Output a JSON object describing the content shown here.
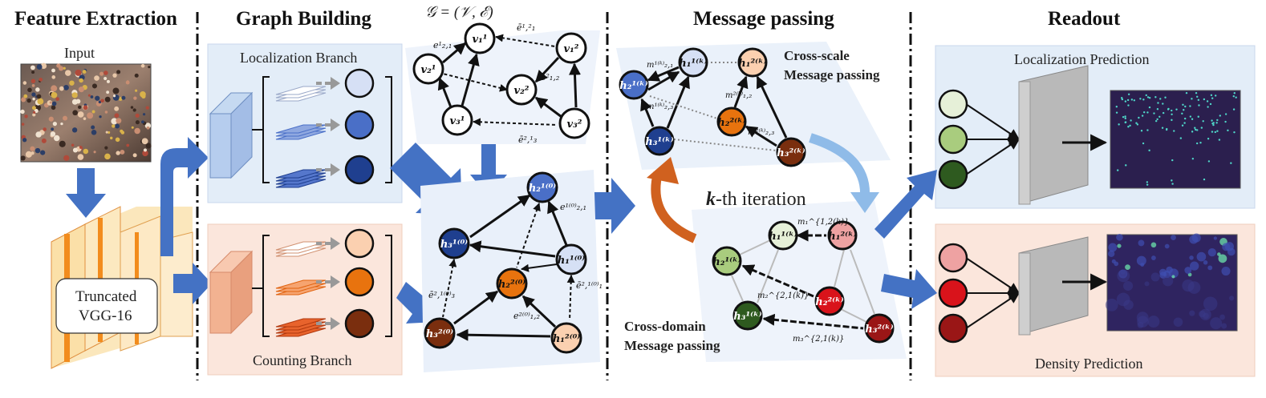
{
  "sections": {
    "feature_extraction": "Feature Extraction",
    "graph_building": "Graph Building",
    "message_passing": "Message passing",
    "readout": "Readout"
  },
  "feature_extraction": {
    "input_label": "Input",
    "backbone_line1": "Truncated",
    "backbone_line2": "VGG-16"
  },
  "graph_building": {
    "localization_branch": "Localization Branch",
    "counting_branch": "Counting Branch",
    "graph_formula": "𝒢 = (𝒱, ℰ)",
    "top_graph_nodes": [
      "v₁¹",
      "v₂¹",
      "v₃¹",
      "v₁²",
      "v₂²",
      "v₃²"
    ],
    "top_graph_edges": [
      "e¹₂,₁",
      "ē¹,²₁",
      "e²₁,₂",
      "ē²,¹₃"
    ],
    "bottom_graph_nodes": [
      "h₂¹⁽⁰⁾",
      "h₃¹⁽⁰⁾",
      "h₁¹⁽⁰⁾",
      "h₂²⁽⁰⁾",
      "h₃²⁽⁰⁾",
      "h₁²⁽⁰⁾"
    ],
    "bottom_graph_edges": [
      "e¹⁽⁰⁾₂,₁",
      "ē²,¹⁽⁰⁾₃",
      "ē²,¹⁽⁰⁾₁",
      "e²⁽⁰⁾₁,₂"
    ]
  },
  "message_passing": {
    "cross_scale_line1": "Cross-scale",
    "cross_scale_line2": "Message passing",
    "iteration_bold": "k",
    "iteration_rest": "-th iteration",
    "cross_domain_line1": "Cross-domain",
    "cross_domain_line2": "Message passing",
    "upper_nodes": [
      "h₁¹⁽ᵏ⁾",
      "h₂¹⁽ᵏ⁾",
      "h₃¹⁽ᵏ⁾",
      "h₁²⁽ᵏ⁾",
      "h₂²⁽ᵏ⁾",
      "h₃²⁽ᵏ⁾"
    ],
    "upper_edges": [
      "m¹⁽ᵏ⁾₂,₁",
      "m¹⁽ᵏ⁾₂,₃",
      "m²⁽ᵏ⁾₁,₂",
      "m²⁽ᵏ⁾₂,₃"
    ],
    "lower_nodes": [
      "h₁¹⁽ᵏ⁾",
      "h₂¹⁽ᵏ⁾",
      "h₃¹⁽ᵏ⁾",
      "h₁²⁽ᵏ⁾",
      "h₂²⁽ᵏ⁾",
      "h₃²⁽ᵏ⁾"
    ],
    "lower_edges": [
      "m₁^{1,2(k)}",
      "m₂^{2,1(k)}",
      "m₃^{2,1(k)}"
    ]
  },
  "readout": {
    "localization_prediction": "Localization Prediction",
    "density_prediction": "Density Prediction"
  },
  "colors": {
    "loc_panel": "#e3edf8",
    "count_panel": "#fbe6dc",
    "arrow_blue": "#4472c4",
    "loc_light": "#d6e0f5",
    "loc_mid": "#4a6fc7",
    "loc_dark": "#1f3f8f",
    "cnt_light": "#fbd0b0",
    "cnt_mid": "#e8730e",
    "cnt_dark": "#7a2e0e",
    "green_light": "#e6f0d8",
    "green_mid": "#a9cc7e",
    "green_dark": "#2e5a1f",
    "red_light": "#eea2a2",
    "red_mid": "#d9131b",
    "red_dark": "#9a1616",
    "map_bg": "#2b1f4e"
  }
}
